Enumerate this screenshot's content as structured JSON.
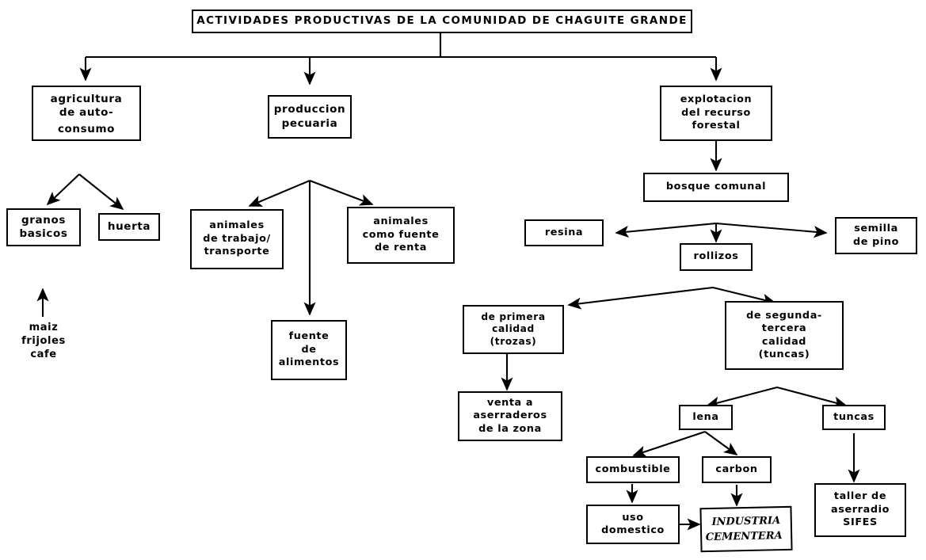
{
  "diagram": {
    "title_box": {
      "label": "ACTIVIDADES  PRODUCTIVAS  DE  LA  COMUNIDAD  DE  CHAGUITE  GRANDE"
    },
    "nodes": {
      "agricultura": {
        "line1": "agricultura",
        "line2": "de  auto-",
        "line3": "consumo"
      },
      "granos_basicos": {
        "line1": "granos",
        "line2": "basicos"
      },
      "huerta": {
        "line1": "huerta"
      },
      "maiz_note": {
        "line1": "maiz",
        "line2": "frijoles",
        "line3": "cafe"
      },
      "produccion_pecuaria": {
        "line1": "produccion",
        "line2": "pecuaria"
      },
      "animales_trabajo": {
        "line1": "animales",
        "line2": "de   trabajo/",
        "line3": "transporte"
      },
      "animales_renta": {
        "line1": "animales",
        "line2": "como  fuente",
        "line3": "de  renta"
      },
      "fuente_alimentos": {
        "line1": "fuente",
        "line2": "de",
        "line3": "alimentos"
      },
      "explotacion": {
        "line1": "explotacion",
        "line2": "del  recurso",
        "line3": "forestal"
      },
      "bosque_comunal": {
        "line1": "bosque  comunal"
      },
      "resina": {
        "line1": "resina"
      },
      "semilla_pino": {
        "line1": "semilla",
        "line2": "de  pino"
      },
      "rollizos": {
        "line1": "rollizos"
      },
      "primera_calidad": {
        "line1": "de  primera",
        "line2": "calidad",
        "line3": "(trozas)"
      },
      "segunda_calidad": {
        "line1": "de  segunda-",
        "line2": "tercera",
        "line3": "calidad",
        "line4": "(tuncas)"
      },
      "venta_aserraderos": {
        "line1": "venta  a",
        "line2": "aserraderos",
        "line3": "de  la  zona"
      },
      "lena": {
        "line1": "lena"
      },
      "tuncas": {
        "line1": "tuncas"
      },
      "combustible": {
        "line1": "combustible"
      },
      "carbon": {
        "line1": "carbon"
      },
      "uso_domestico": {
        "line1": "uso",
        "line2": "domestico"
      },
      "industria_cementera": {
        "line1": "INDUSTRIA",
        "line2": "CEMENTERA"
      },
      "taller_aserradio": {
        "line1": "taller   de",
        "line2": "aserradio",
        "line3": "SIFES"
      }
    },
    "colors": {
      "ink": "#000000",
      "paper": "#ffffff"
    }
  }
}
